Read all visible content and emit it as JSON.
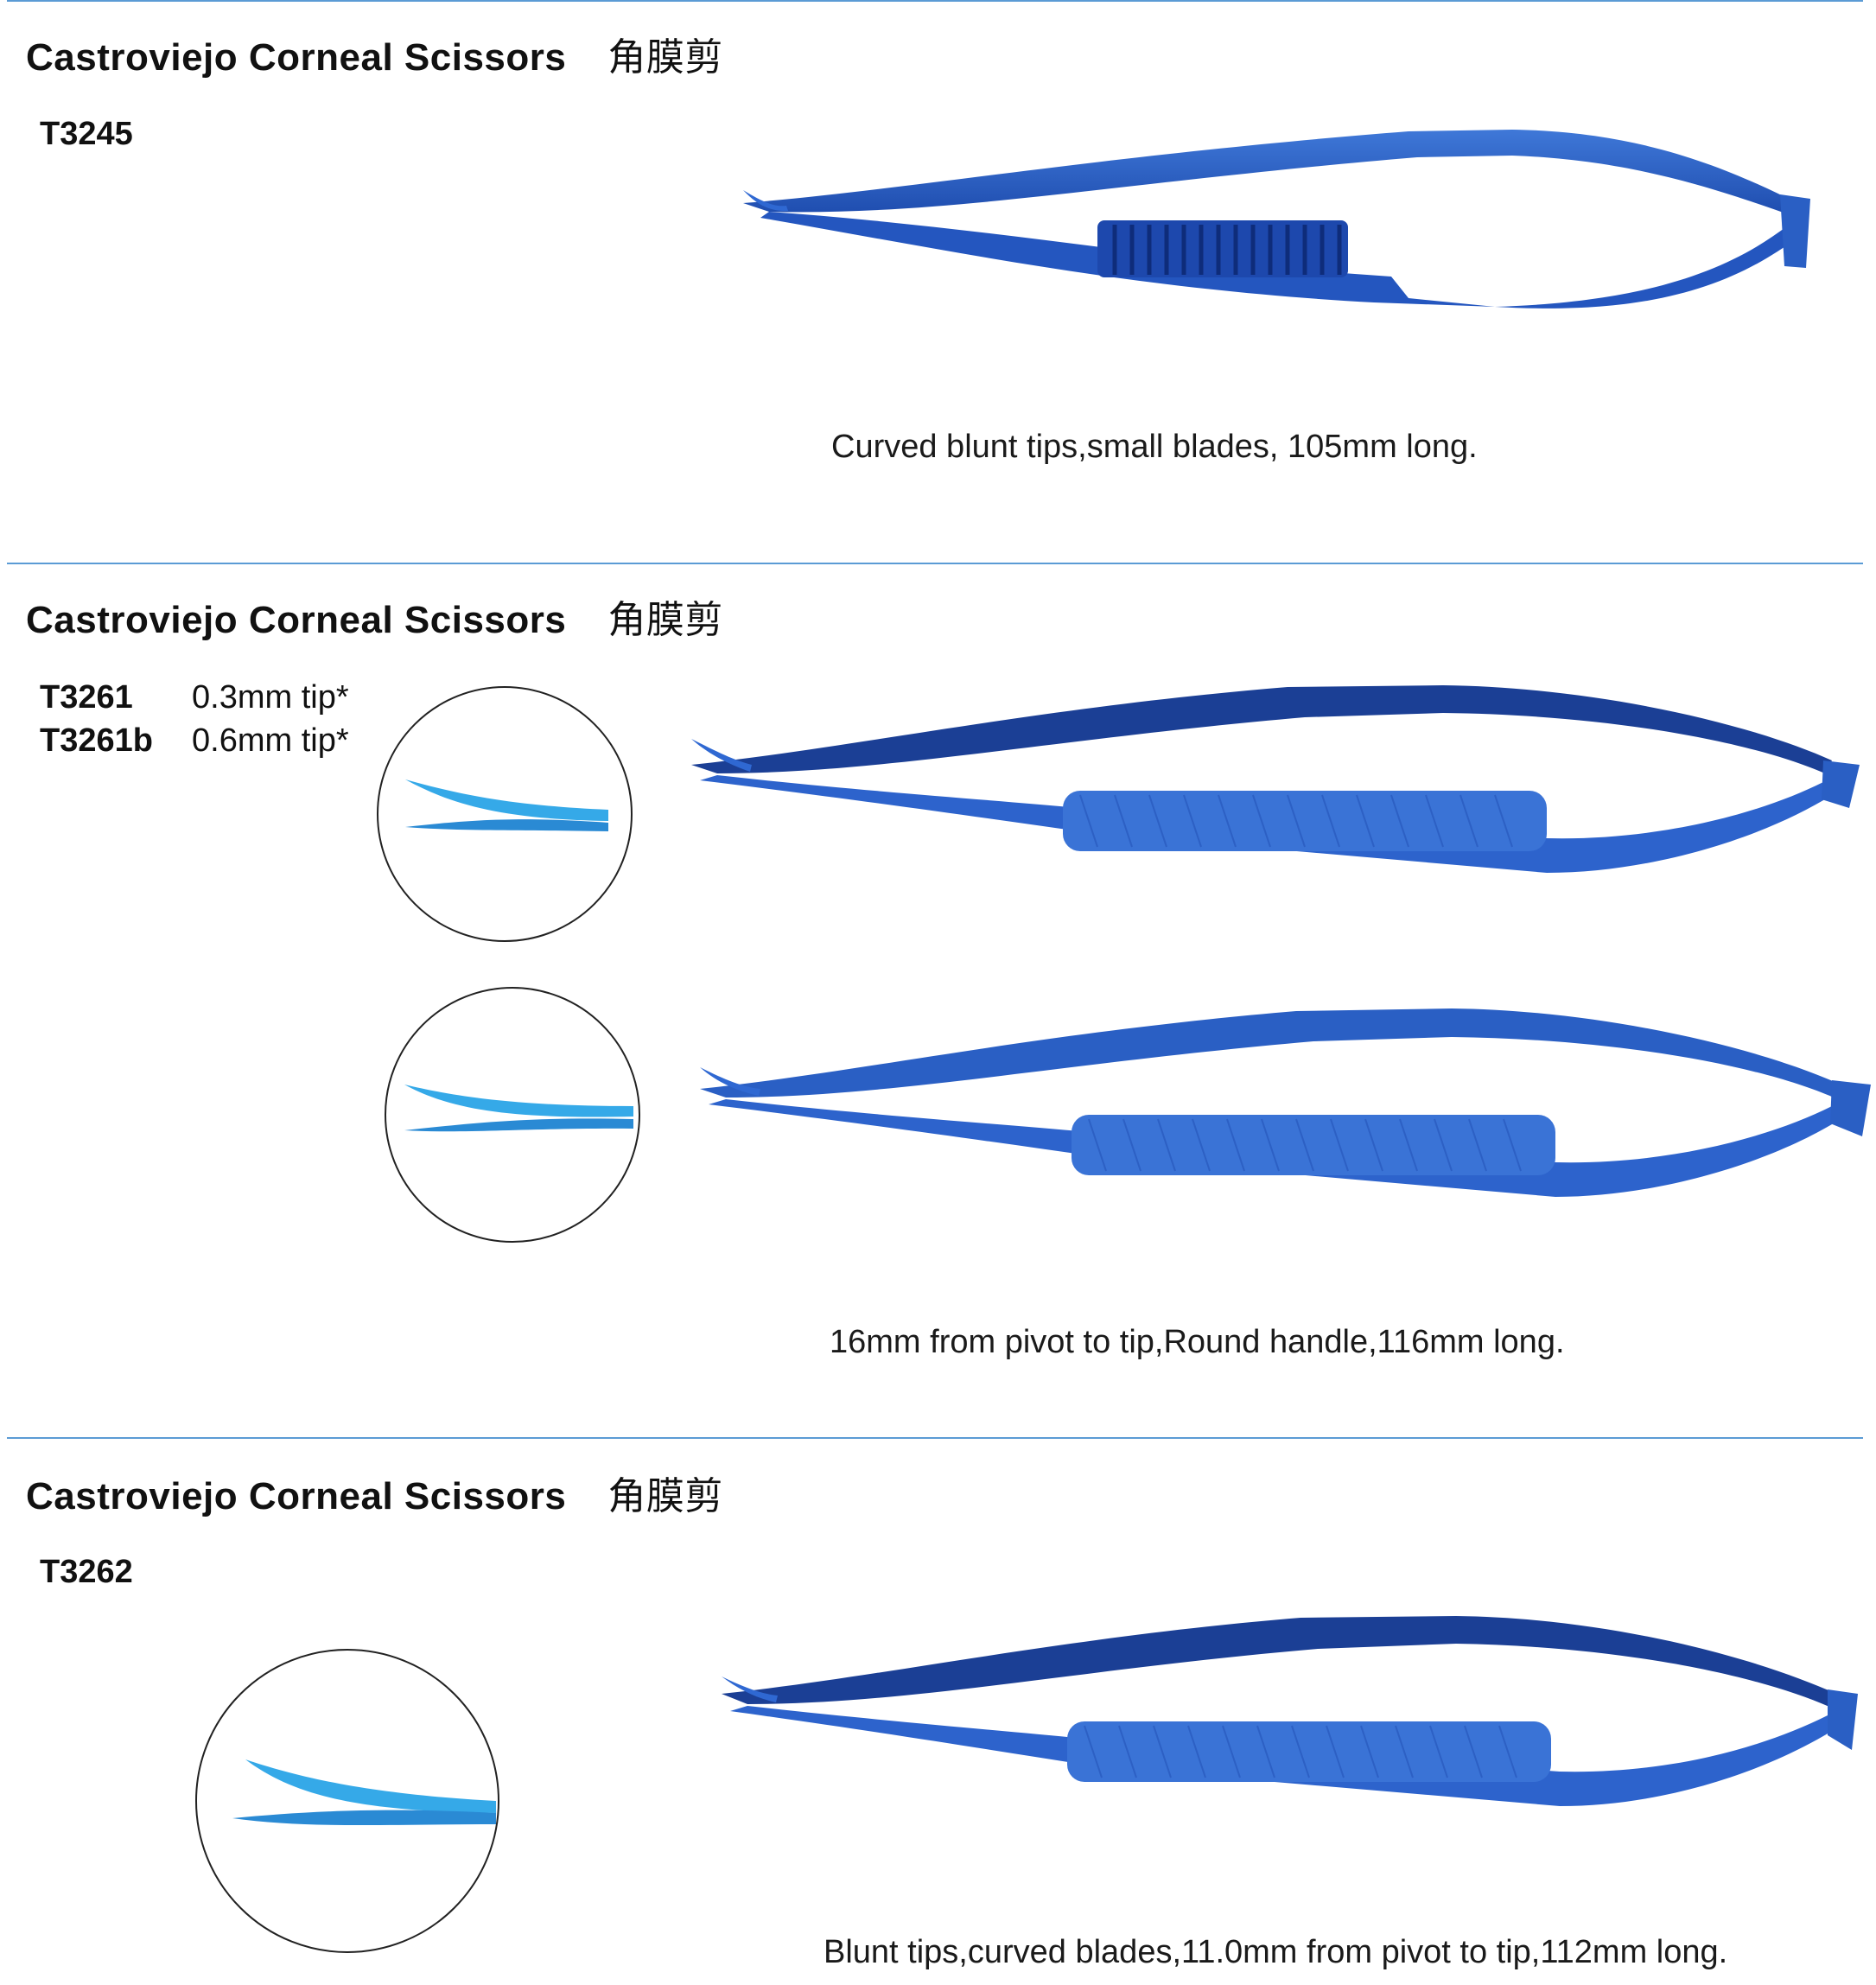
{
  "sections": [
    {
      "title": "Castroviejo Corneal Scissors",
      "title_cn": "角膜剪",
      "codes": [
        "T3245"
      ],
      "description": "Curved blunt tips,small blades, 105mm long."
    },
    {
      "title": "Castroviejo Corneal Scissors",
      "title_cn": "角膜剪",
      "codes": [
        "T3261",
        "T3261b"
      ],
      "tips": [
        "0.3mm tip*",
        "0.6mm tip*"
      ],
      "description": "16mm from pivot to tip,Round handle,116mm long."
    },
    {
      "title": "Castroviejo Corneal Scissors",
      "title_cn": "角膜剪",
      "codes": [
        "T3262"
      ],
      "description": "Blunt tips,curved blades,11.0mm from pivot to tip,112mm long."
    }
  ],
  "colors": {
    "rule": "#5b9bd5",
    "instrument": "#2a5fc4",
    "instrument_dark": "#1b3f95",
    "tip_highlight": "#35a9e8"
  }
}
